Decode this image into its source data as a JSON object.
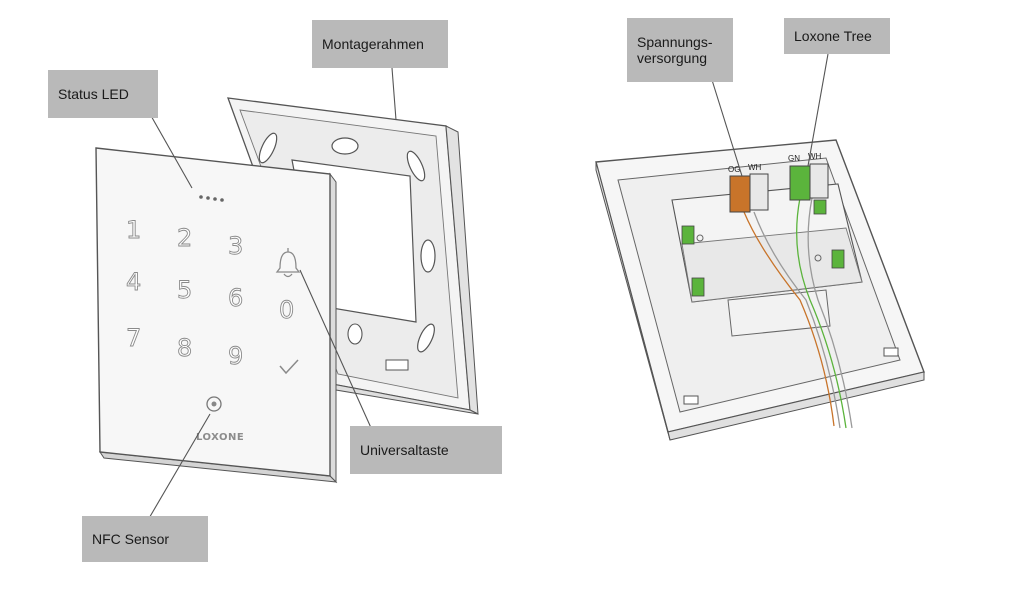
{
  "callouts": {
    "montagerahmen": "Montagerahmen",
    "status_led": "Status LED",
    "universaltaste": "Universaltaste",
    "nfc_sensor": "NFC Sensor",
    "spannung_line1": "Spannungs-",
    "spannung_line2": "versorgung",
    "loxone_tree": "Loxone Tree"
  },
  "keypad": {
    "keys": [
      "1",
      "2",
      "3",
      "4",
      "5",
      "6",
      "0",
      "7",
      "8",
      "9"
    ],
    "logo": "LOXONE"
  },
  "terminals": {
    "power": [
      "OG",
      "WH"
    ],
    "tree": [
      "GN",
      "WH"
    ]
  },
  "colors": {
    "callout_bg": "#b9b9b9",
    "terminal_orange": "#c8742a",
    "terminal_green": "#5bb43c",
    "line": "#555555"
  }
}
